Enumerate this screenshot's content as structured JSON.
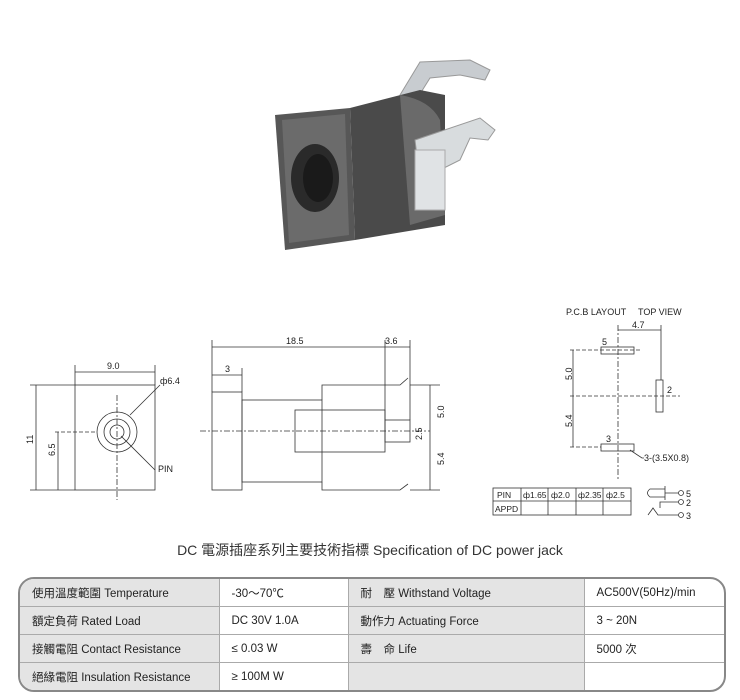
{
  "drawing": {
    "front_view": {
      "width_dim": "9.0",
      "hole_dim": "ф6.4",
      "height_dim": "11",
      "center_dim": "6.5",
      "pin_label": "PIN"
    },
    "side_view": {
      "length_dim": "18.5",
      "tail_dim": "3.6",
      "front_dim": "3",
      "upper_dim": "5.0",
      "pin_dim": "2.5",
      "lower_dim": "5.4"
    },
    "pcb_layout": {
      "title": "P.C.B LAYOUT",
      "view": "TOP VIEW",
      "spacing_dim": "4.7",
      "upper_dim": "5.0",
      "lower_dim": "5.4",
      "pin5": "5",
      "pin2": "2",
      "pin3": "3",
      "pad_note": "3-(3.5X0.8)"
    },
    "pin_table": {
      "headers": [
        "PIN",
        "ф1.65",
        "ф2.0",
        "ф2.35",
        "ф2.5"
      ],
      "row_label": "APPD"
    },
    "schematic": {
      "pins": [
        "5",
        "2",
        "3"
      ]
    }
  },
  "heading": "DC  電源插座系列主要技術指標 Specification of DC power jack",
  "spec_table": [
    [
      "使用溫度範圍 Temperature",
      "-30～70℃",
      "耐　壓 Withstand Voltage",
      "AC500V(50Hz)/min"
    ],
    [
      "額定負荷  Rated Load",
      "DC  30V  1.0A",
      "動作力 Actuating Force",
      "3 ~ 20N"
    ],
    [
      "接觸電阻  Contact Resistance",
      "≤ 0.03 W",
      "壽　命 Life",
      "5000 次"
    ],
    [
      "絕緣電阻  Insulation Resistance",
      "≥ 100M W",
      "",
      ""
    ]
  ]
}
